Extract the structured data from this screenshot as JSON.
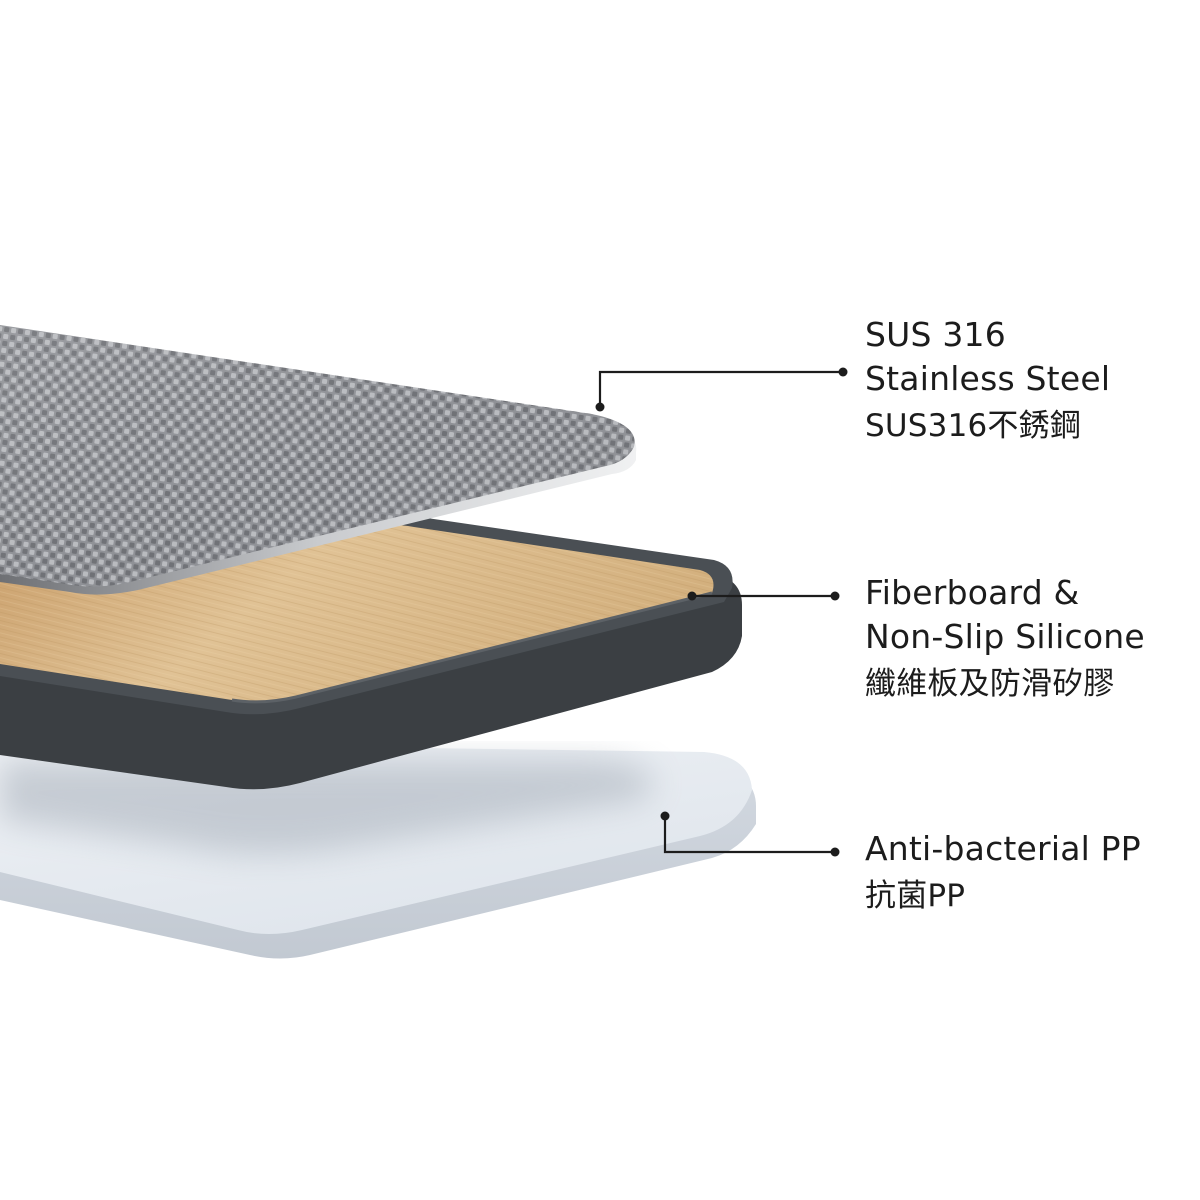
{
  "layers": [
    {
      "id": "steel",
      "name_en_line1": "SUS 316",
      "name_en_line2": "Stainless Steel",
      "name_zh": "SUS316不銹鋼"
    },
    {
      "id": "fiberboard",
      "name_en_line1": "Fiberboard &",
      "name_en_line2": "Non-Slip Silicone",
      "name_zh": "纖維板及防滑矽膠"
    },
    {
      "id": "pp",
      "name_en_line1": "Anti-bacterial PP",
      "name_zh": "抗菌PP"
    }
  ],
  "colors": {
    "steel": "#8d8f93",
    "wood": "#d9b98c",
    "silicone": "#3c4044",
    "pp": "#dfe4ea",
    "callout": "#1c1c1c"
  }
}
